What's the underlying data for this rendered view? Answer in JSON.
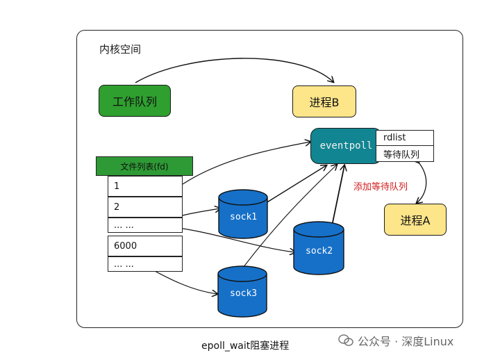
{
  "frame_title": "内核空间",
  "work_queue": "工作队列",
  "process_b": "进程B",
  "eventpoll": "eventpoll",
  "rdlist": "rdlist",
  "wait_queue": "等待队列",
  "add_wait_queue": "添加等待队列",
  "process_a": "进程A",
  "fd_table": {
    "header": "文件列表(fd)",
    "rows": [
      "1",
      "2",
      "... ...",
      "6000",
      "... ..."
    ]
  },
  "sockets": [
    "sock1",
    "sock2",
    "sock3"
  ],
  "caption": "epoll_wait阻塞进程",
  "watermark": "公众号 · 深度Linux",
  "colors": {
    "green": "#2f9f2f",
    "yellow": "#fde58a",
    "teal": "#118591",
    "socket_blue": "#1670c8",
    "red_text": "#d21b1b"
  }
}
